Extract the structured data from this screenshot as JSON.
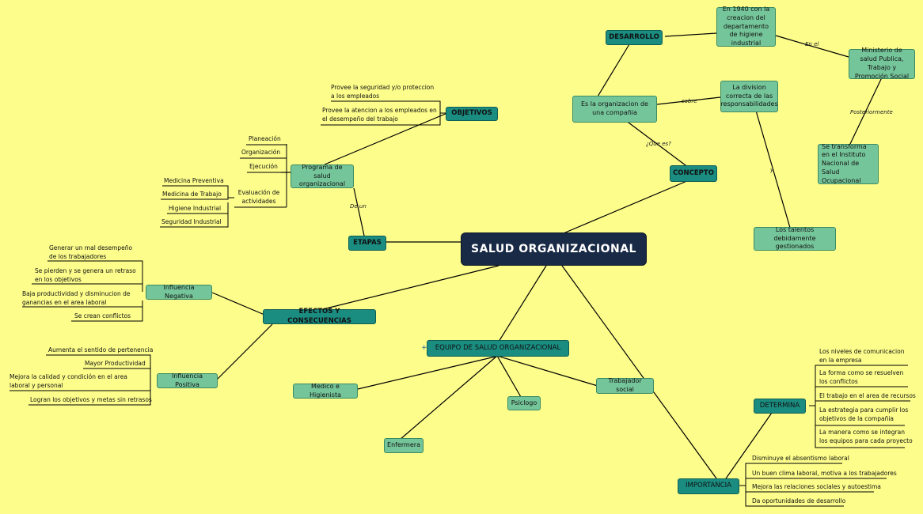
{
  "central": "SALUD ORGANIZACIONAL",
  "nodes": {
    "desarrollo": "DESARROLLO",
    "en1940": "En 1940 con la creacion del departamento de higiene industrial",
    "ministerio": "Ministerio de salud Publica, Trabajo y Promoción Social",
    "instituto": "Se transforma en el Instituto Nacional de Salud Ocupacional",
    "organizacion": "Es la organizacion de una compañia",
    "division": "La division correcta de las responsabilidades",
    "talentos": "Los talentos debidamente gestionados",
    "concepto": "CONCEPTO",
    "objetivos": "OBJETIVOS",
    "programa": "Programa de salud organizacional",
    "etapas": "ETAPAS",
    "efectos": "EFECTOS Y CONSECUENCIAS",
    "negativa": "Influencia Negativa",
    "positiva": "Influencia Positiva",
    "equipo": "EQUIPO DE SALUD ORGANIZACIONAL",
    "medico": "Medico e Higienista",
    "psicologo": "Psiclogo",
    "enfermera": "Enfermera",
    "trabajador": "Trabajador social",
    "determina": "DETERMINA",
    "importancia": "IMPORTANCIA"
  },
  "labels": {
    "en_el": "En el",
    "sobre": "sobre",
    "posteriormente": "Posteriormente",
    "que_es": "¿Que es?",
    "y": "y",
    "de_un": "De un"
  },
  "objetivos_items": [
    "Provee la seguridad y/o proteccion a los empleados",
    "Provee la atencion a los empleados en el desempeño del trabajo"
  ],
  "programa_items": {
    "planeacion": "Planeación",
    "organizacion": "Organización",
    "ejecucion": "Ejecución",
    "evaluacion": "Evaluación de actividades"
  },
  "evaluacion_items": [
    "Medicina Preventiva",
    "Medicina de Trabajo",
    "Higiene Industrial",
    "Seguridad Industrial"
  ],
  "negativa_items": [
    "Generar un mal desempeño de los trabajadores",
    "Se pierden y se genera un retraso en  los objetivos",
    "Baja productividad y disminucion de ganancias en el area laboral",
    "Se crean conflictos"
  ],
  "positiva_items": [
    "Aumenta el sentido de pertenencia",
    "Mayor Productividad",
    "Mejora la  calidad y condición en el area laboral y personal",
    "Logran los objetivos y metas sin retrasos"
  ],
  "determina_items": [
    "Los niveles de comunicacion en la empresa",
    "La forma como se resuelven los conflictos",
    "El trabajo en el area de recursos",
    "La estrategia para cumplir los objetivos de la compañia",
    "La manera como se integran los equipos para cada proyecto"
  ],
  "importancia_items": [
    "Disminuye el absentismo laboral",
    "Un buen clima laboral, motiva a los trabajadores",
    "Mejora las relaciones sociales y autoestima",
    "Da oportunidades de desarrollo"
  ],
  "equipo_marker": "+",
  "colors": {
    "background": "#fdfd8c",
    "central": "#192a46",
    "main_topic": "#1a8c80",
    "sub_topic": "#75c59a"
  }
}
